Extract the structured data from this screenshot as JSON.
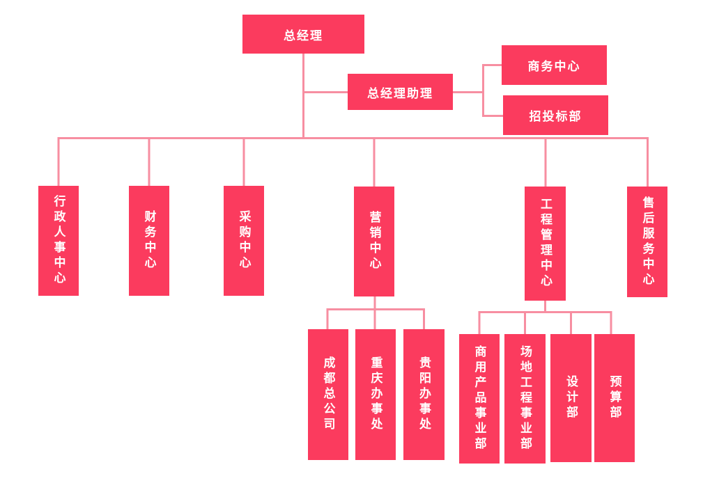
{
  "diagram": {
    "type": "org-chart",
    "colors": {
      "node_fill": "#fb3b5e",
      "connector": "#f78ea1",
      "text": "#ffffff",
      "background": "#ffffff"
    },
    "nodes": {
      "root": {
        "label": "总经理"
      },
      "assistant": {
        "label": "总经理助理"
      },
      "assistant_children": [
        {
          "label": "商务中心"
        },
        {
          "label": "招投标部"
        }
      ],
      "departments": [
        {
          "label": "行政人事中心"
        },
        {
          "label": "财务中心"
        },
        {
          "label": "采购中心"
        },
        {
          "label": "营销中心"
        },
        {
          "label": "工程管理中心"
        },
        {
          "label": "售后服务中心"
        }
      ],
      "marketing_children": [
        {
          "label": "成都总公司"
        },
        {
          "label": "重庆办事处"
        },
        {
          "label": "贵阳办事处"
        }
      ],
      "engineering_children": [
        {
          "label": "商用产品事业部"
        },
        {
          "label": "场地工程事业部"
        },
        {
          "label": "设计部"
        },
        {
          "label": "预算部"
        }
      ]
    }
  }
}
